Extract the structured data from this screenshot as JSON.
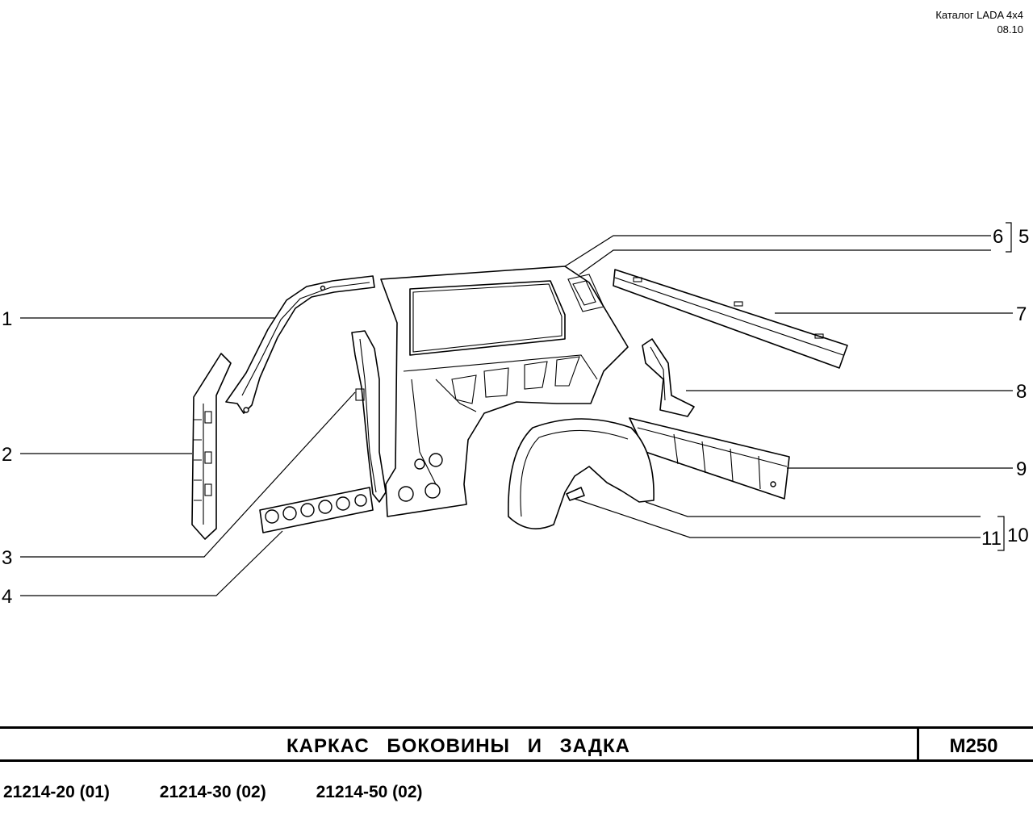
{
  "header": {
    "catalog": "Каталог  LADA  4x4",
    "date": "08.10"
  },
  "diagram": {
    "callouts": {
      "c1": "1",
      "c2": "2",
      "c3": "3",
      "c4": "4",
      "c5": "5",
      "c6": "6",
      "c7": "7",
      "c8": "8",
      "c9": "9",
      "c10": "10",
      "c11": "11"
    }
  },
  "footer": {
    "title": "КАРКАС   БОКОВИНЫ   И   ЗАДКА",
    "code": "M250",
    "models": [
      "21214-20 (01)",
      "21214-30 (02)",
      "21214-50 (02)"
    ]
  }
}
